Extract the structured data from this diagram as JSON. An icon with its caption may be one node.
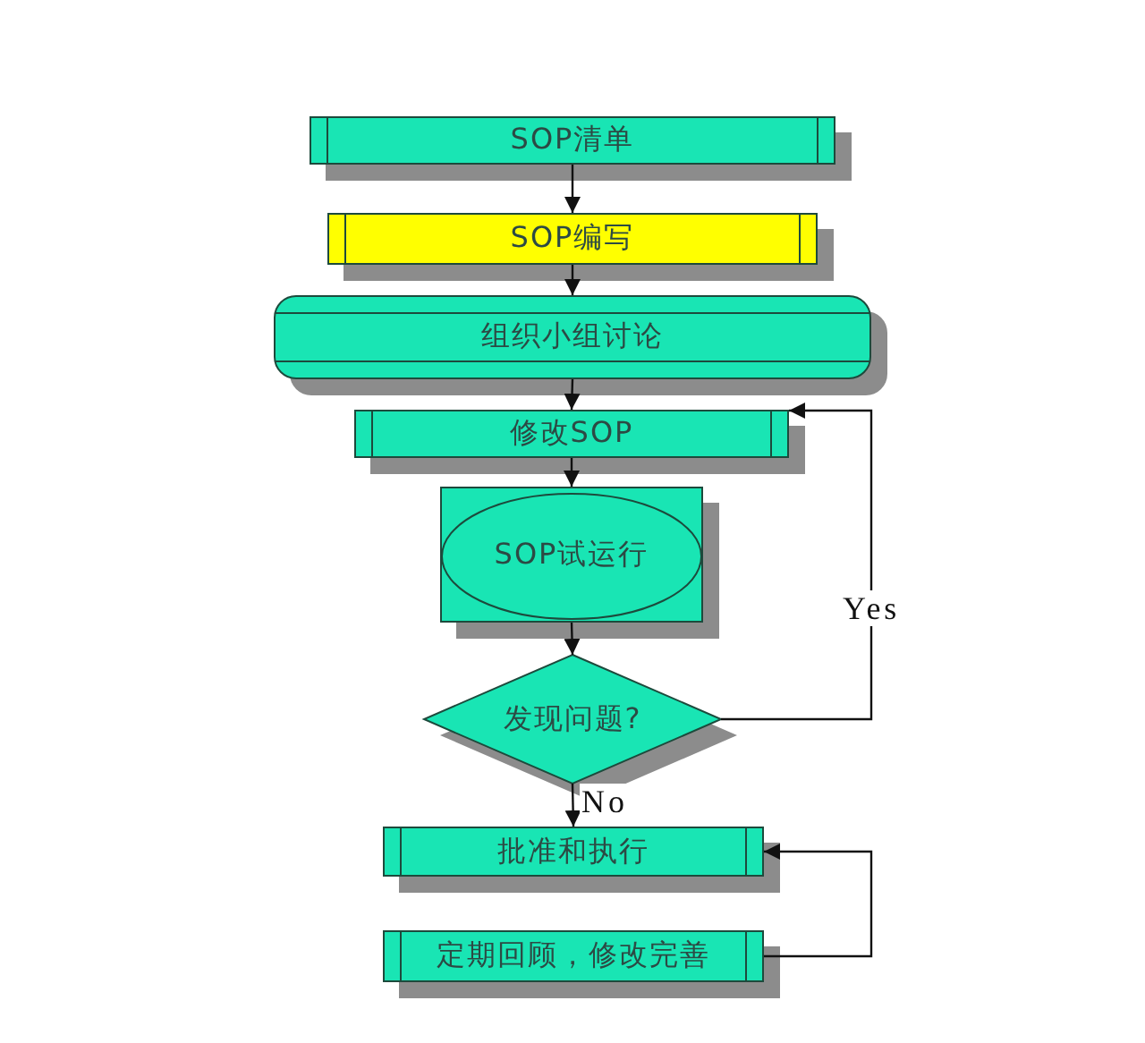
{
  "diagram": {
    "nodes": [
      {
        "text": [
          "SOP清单"
        ]
      },
      {
        "text": [
          "SOP编写"
        ]
      },
      {
        "text": [
          "组织小组讨论"
        ]
      },
      {
        "text": [
          "修改SOP"
        ]
      },
      {
        "text": [
          "SOP试运行"
        ]
      },
      {
        "text": [
          "发现问题?"
        ]
      },
      {
        "text": [
          "批准和执行"
        ]
      },
      {
        "text": [
          "定期回顾，修改完善"
        ]
      }
    ],
    "edges": [
      {
        "from": 0,
        "to": 1,
        "arrow": "to"
      },
      {
        "from": 1,
        "to": 2,
        "arrow": "to"
      },
      {
        "from": 2,
        "to": 3,
        "arrow": "to"
      },
      {
        "from": 3,
        "to": 4,
        "arrow": "to"
      },
      {
        "from": 4,
        "to": 5,
        "arrow": "to"
      },
      {
        "from": 5,
        "to": 3,
        "arrow": "to",
        "label": "Yes"
      },
      {
        "from": 5,
        "to": 6,
        "arrow": "to",
        "label": "No"
      },
      {
        "from": 7,
        "to": 6,
        "arrow": "to"
      }
    ]
  }
}
